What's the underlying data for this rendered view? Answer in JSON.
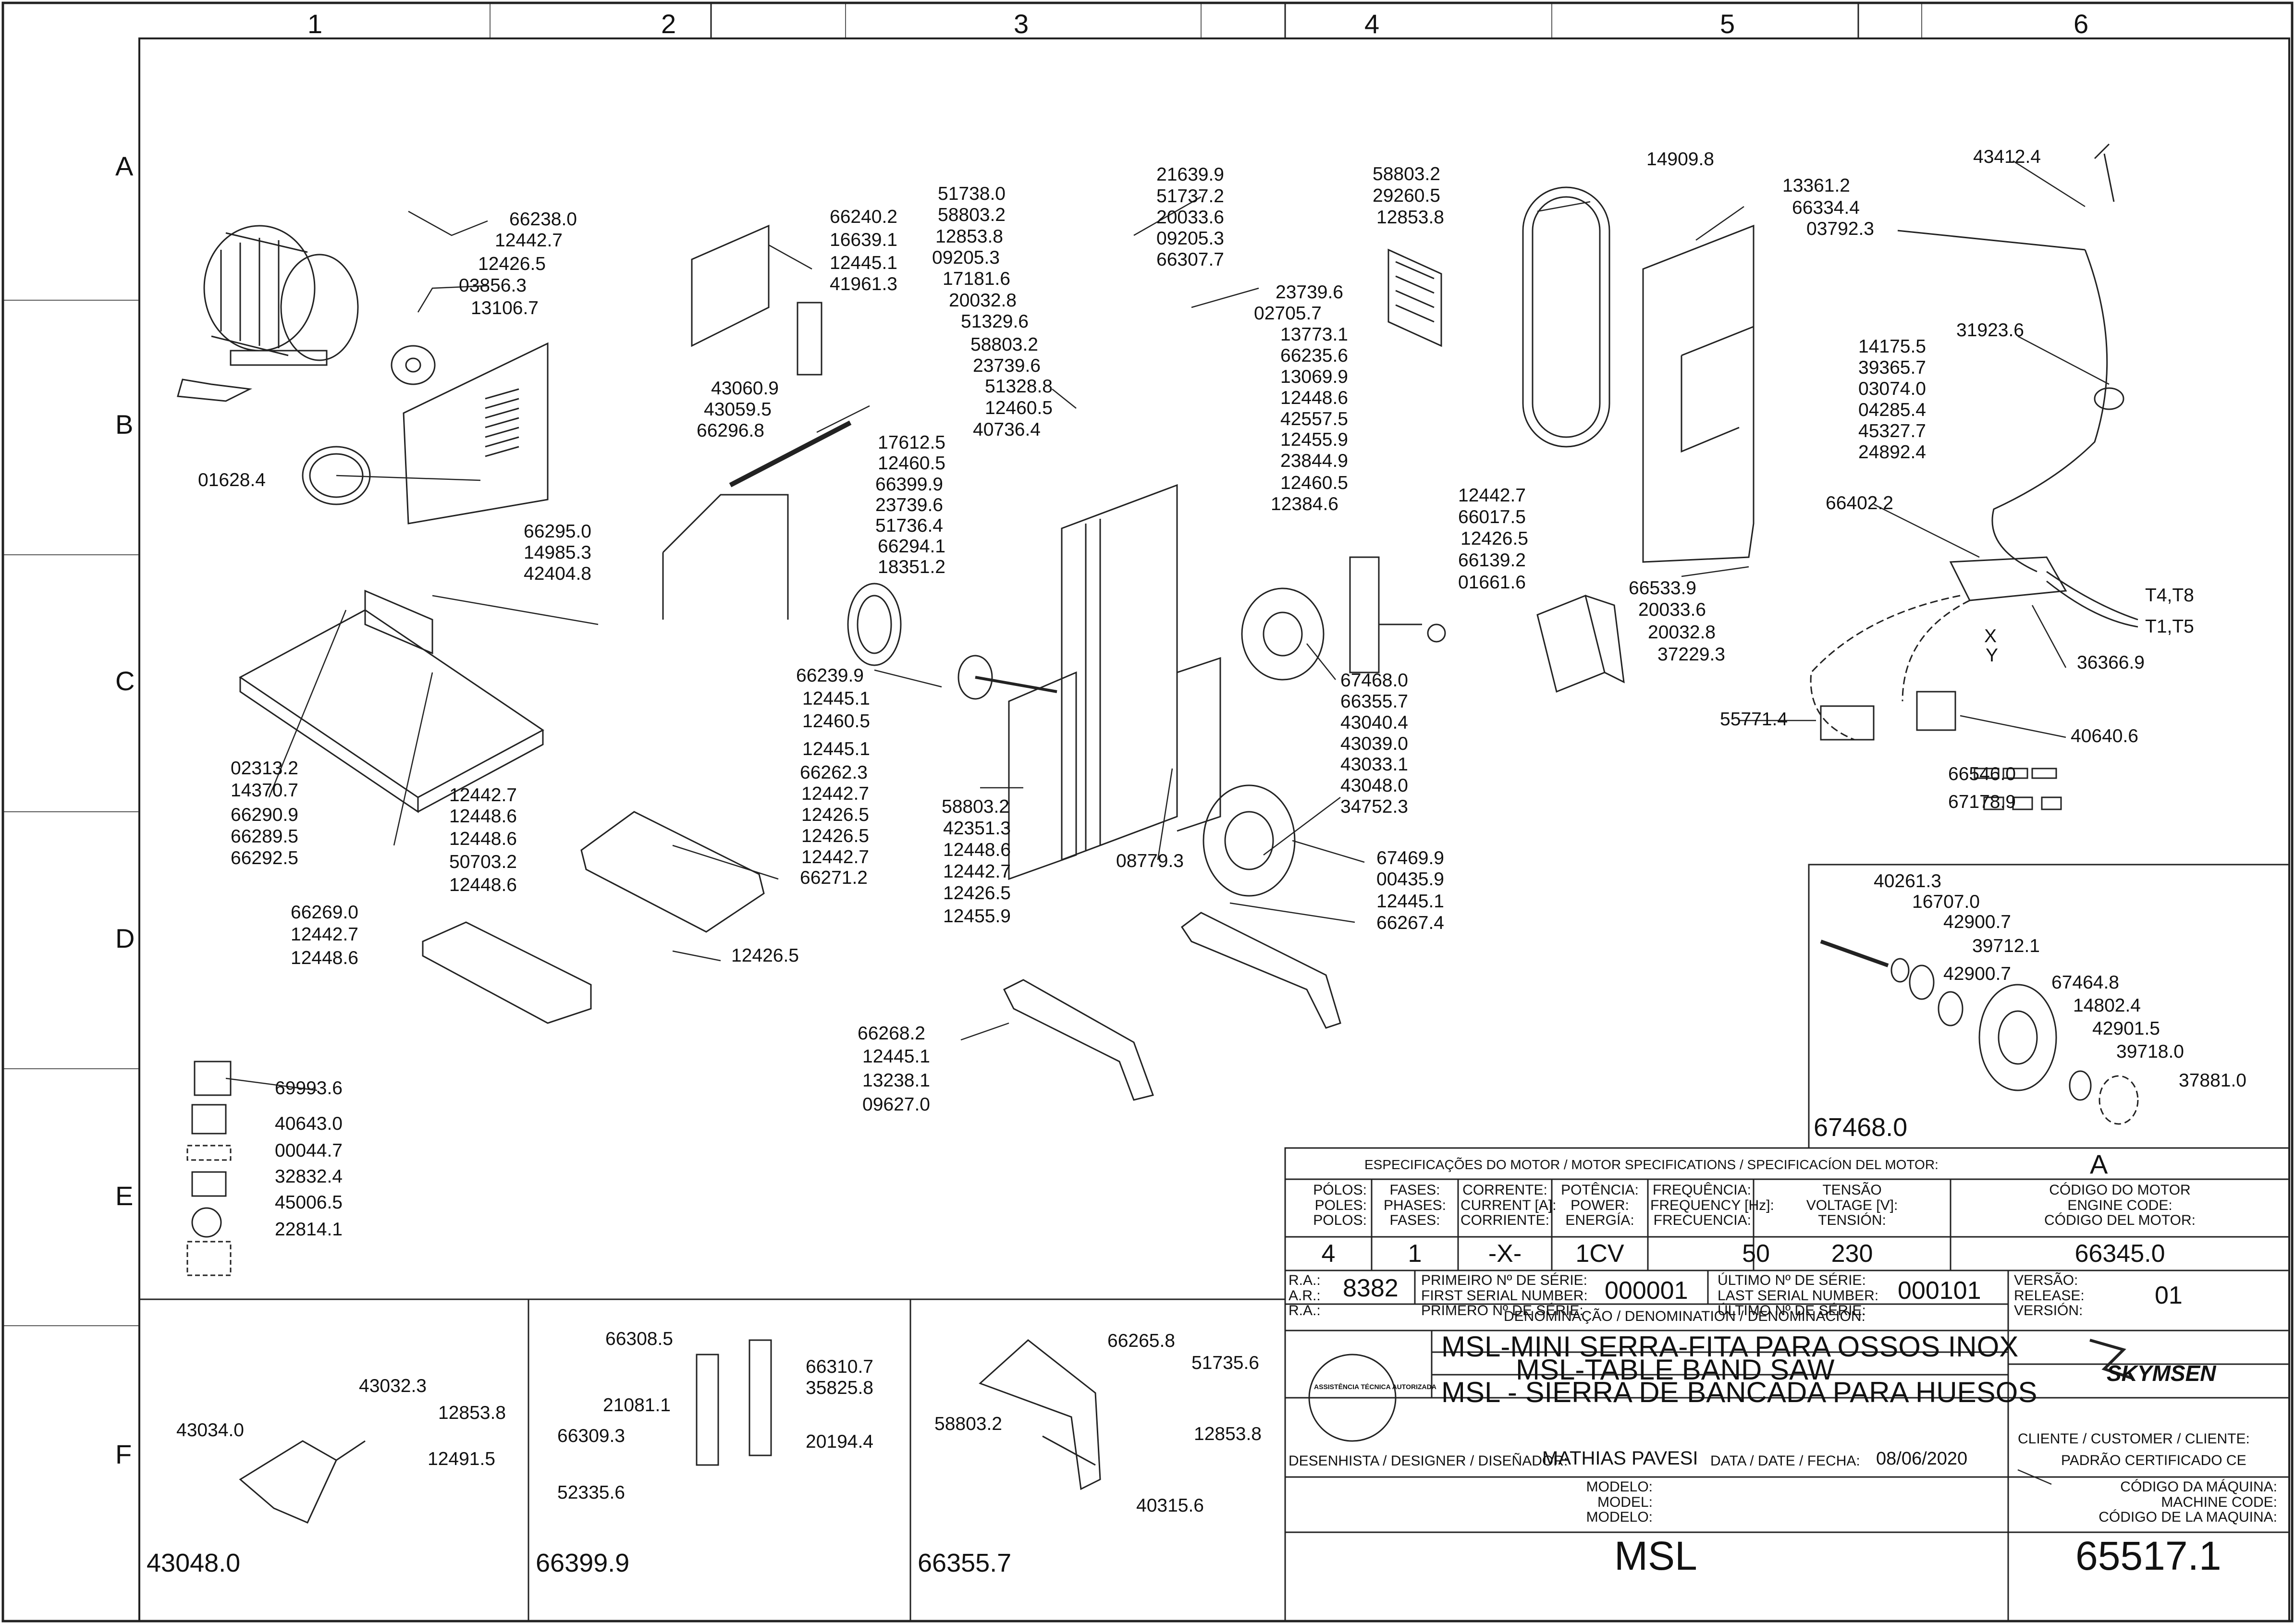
{
  "columns": [
    "1",
    "2",
    "3",
    "4",
    "5",
    "6"
  ],
  "rows": [
    "A",
    "B",
    "C",
    "D",
    "E",
    "F"
  ],
  "parts": {
    "motor": [
      "66238.0",
      "12442.7",
      "12426.5",
      "03856.3",
      "13106.7"
    ],
    "belt": "01628.4",
    "guard_cover": [
      "66240.2",
      "16639.1",
      "12445.1",
      "41961.3"
    ],
    "top_screws": [
      "51738.0",
      "58803.2",
      "12853.8",
      "09205.3",
      "17181.6",
      "20032.8",
      "51329.6",
      "58803.2",
      "23739.6",
      "51328.8",
      "12460.5",
      "40736.4"
    ],
    "top_right": [
      "21639.9",
      "51737.2",
      "20033.6",
      "09205.3",
      "66307.7"
    ],
    "right_col": [
      "23739.6",
      "02705.7",
      "13773.1",
      "66235.6",
      "13069.9",
      "12448.6",
      "42557.5",
      "12455.9",
      "23844.9",
      "12460.5",
      "12384.6"
    ],
    "vent": [
      "58803.2",
      "29260.5",
      "12853.8"
    ],
    "band": "14909.8",
    "door": [
      "13361.2",
      "66334.4",
      "03792.3"
    ],
    "cable": "43412.4",
    "plug": "31923.6",
    "switch_parts": [
      "14175.5",
      "39365.7",
      "03074.0",
      "04285.4",
      "45327.7",
      "24892.4"
    ],
    "switchboard": "66402.2",
    "t_labels": [
      "T4,T8",
      "T1,T5"
    ],
    "xy": [
      "X",
      "Y"
    ],
    "wiring": [
      "36366.9",
      "55771.4",
      "40640.6",
      "66546.0",
      "67178.9"
    ],
    "box": [
      "66533.9",
      "20033.6",
      "20032.8",
      "37229.3"
    ],
    "bracket_right": [
      "12442.7",
      "66017.5",
      "12426.5",
      "66139.2",
      "01661.6"
    ],
    "lower_wheel_upper": [
      "67468.0",
      "66355.7",
      "43040.4",
      "43039.0",
      "43033.1",
      "43048.0",
      "34752.3"
    ],
    "tension": [
      "43060.9",
      "43059.5",
      "66296.8"
    ],
    "guard_rod": [
      "66295.0",
      "14985.3",
      "42404.8"
    ],
    "guide": [
      "17612.5",
      "12460.5",
      "66399.9",
      "23739.6",
      "51736.4",
      "66294.1",
      "18351.2"
    ],
    "upper_wheel_left": [
      "66239.9",
      "12445.1",
      "12460.5",
      "12445.1",
      "66262.3",
      "12442.7",
      "12426.5",
      "12426.5",
      "12442.7",
      "66271.2"
    ],
    "table_parts": [
      "02313.2",
      "14370.7",
      "66290.9",
      "66289.5",
      "66292.5"
    ],
    "side_bracket": [
      "12442.7",
      "12448.6",
      "12448.6",
      "50703.2",
      "12448.6"
    ],
    "base_left": [
      "66269.0",
      "12442.7",
      "12448.6"
    ],
    "bracket_bottom": "12426.5",
    "centre_low": [
      "58803.2",
      "42351.3",
      "12448.6",
      "12442.7",
      "12426.5",
      "12455.9"
    ],
    "centre_right": "08779.3",
    "lower_wheel": [
      "67469.9",
      "00435.9",
      "12445.1",
      "66267.4"
    ],
    "foot": [
      "66268.2",
      "12445.1",
      "13238.1",
      "09627.0"
    ],
    "stickers": [
      "69993.6",
      "40643.0",
      "00044.7",
      "32832.4",
      "45006.5",
      "22814.1"
    ],
    "detail_c6": [
      "40261.3",
      "16707.0",
      "42900.7",
      "39712.1",
      "42900.7",
      "67464.8",
      "14802.4",
      "42901.5",
      "39718.0",
      "37881.0"
    ],
    "detail_c6_title": "67468.0",
    "detail_f1": [
      "43032.3",
      "43034.0",
      "12853.8",
      "12491.5"
    ],
    "detail_f1_title": "43048.0",
    "detail_f2": [
      "66308.5",
      "66310.7",
      "35825.8",
      "21081.1",
      "66309.3",
      "20194.4",
      "52335.6"
    ],
    "detail_f2_title": "66399.9",
    "detail_f3": [
      "66265.8",
      "51735.6",
      "58803.2",
      "12853.8",
      "40315.6"
    ],
    "detail_f3_title": "66355.7"
  },
  "title_block": {
    "motor_spec_heading": "ESPECIFICAÇÕES DO MOTOR / MOTOR SPECIFICATIONS / SPECIFICACÍON DEL MOTOR:",
    "motor_letter": "A",
    "heads": [
      [
        "PÓLOS:",
        "POLES:",
        "POLOS:"
      ],
      [
        "FASES:",
        "PHASES:",
        "FASES:"
      ],
      [
        "CORRENTE:",
        "CURRENT [A]:",
        "CORRIENTE:"
      ],
      [
        "POTÊNCIA:",
        "POWER:",
        "ENERGÍA:"
      ],
      [
        "FREQUÊNCIA:",
        "FREQUENCY [Hz]:",
        "FRECUENCIA:"
      ],
      [
        "TENSÃO",
        "VOLTAGE [V]:",
        "TENSIÓN:"
      ],
      [
        "CÓDIGO DO MOTOR",
        "ENGINE CODE:",
        "CÓDIGO DEL MOTOR:"
      ]
    ],
    "values": [
      "4",
      "1",
      "-X-",
      "1CV",
      "50",
      "230",
      "66345.0"
    ],
    "ra_labels": [
      "R.A.:",
      "A.R.:",
      "R.A.:"
    ],
    "ra_value": "8382",
    "first_serial_labels": [
      "PRIMEIRO Nº DE SÉRIE:",
      "FIRST SERIAL NUMBER:",
      "PRIMERO Nº DE SÉRIE:"
    ],
    "first_serial": "000001",
    "last_serial_labels": [
      "ÚLTIMO Nº DE SÉRIE:",
      "LAST SERIAL NUMBER:",
      "ÚLTIMO Nº DE SÉRIE:"
    ],
    "last_serial": "000101",
    "version_labels": [
      "VERSÃO:",
      "RELEASE:",
      "VERSIÓN:"
    ],
    "version": "01",
    "denomination_label": "DENOMINAÇÃO / DENOMINATION / DENOMINACIÓN:",
    "names": [
      "MSL-MINI SERRA-FITA PARA OSSOS INOX",
      "MSL-TABLE BAND SAW",
      "MSL - SIERRA DE BANCADA PARA HUESOS"
    ],
    "brand": "SKYMSEN",
    "seal_text": "ASSISTÊNCIA TÉCNICA AUTORIZADA",
    "client_label": "CLIENTE / CUSTOMER / CLIENTE:",
    "client_value": "PADRÃO CERTIFICADO CE",
    "designer_label": "DESENHISTA / DESIGNER / DISEÑADOR:",
    "designer": "MATHIAS PAVESI",
    "date_label": "DATA / DATE / FECHA:",
    "date": "08/06/2020",
    "model_labels": [
      "MODELO:",
      "MODEL:",
      "MODELO:"
    ],
    "model": "MSL",
    "machine_code_labels": [
      "CÓDIGO DA MÁQUINA:",
      "MACHINE CODE:",
      "CÓDIGO DE LA MAQUINA:"
    ],
    "machine_code": "65517.1"
  }
}
